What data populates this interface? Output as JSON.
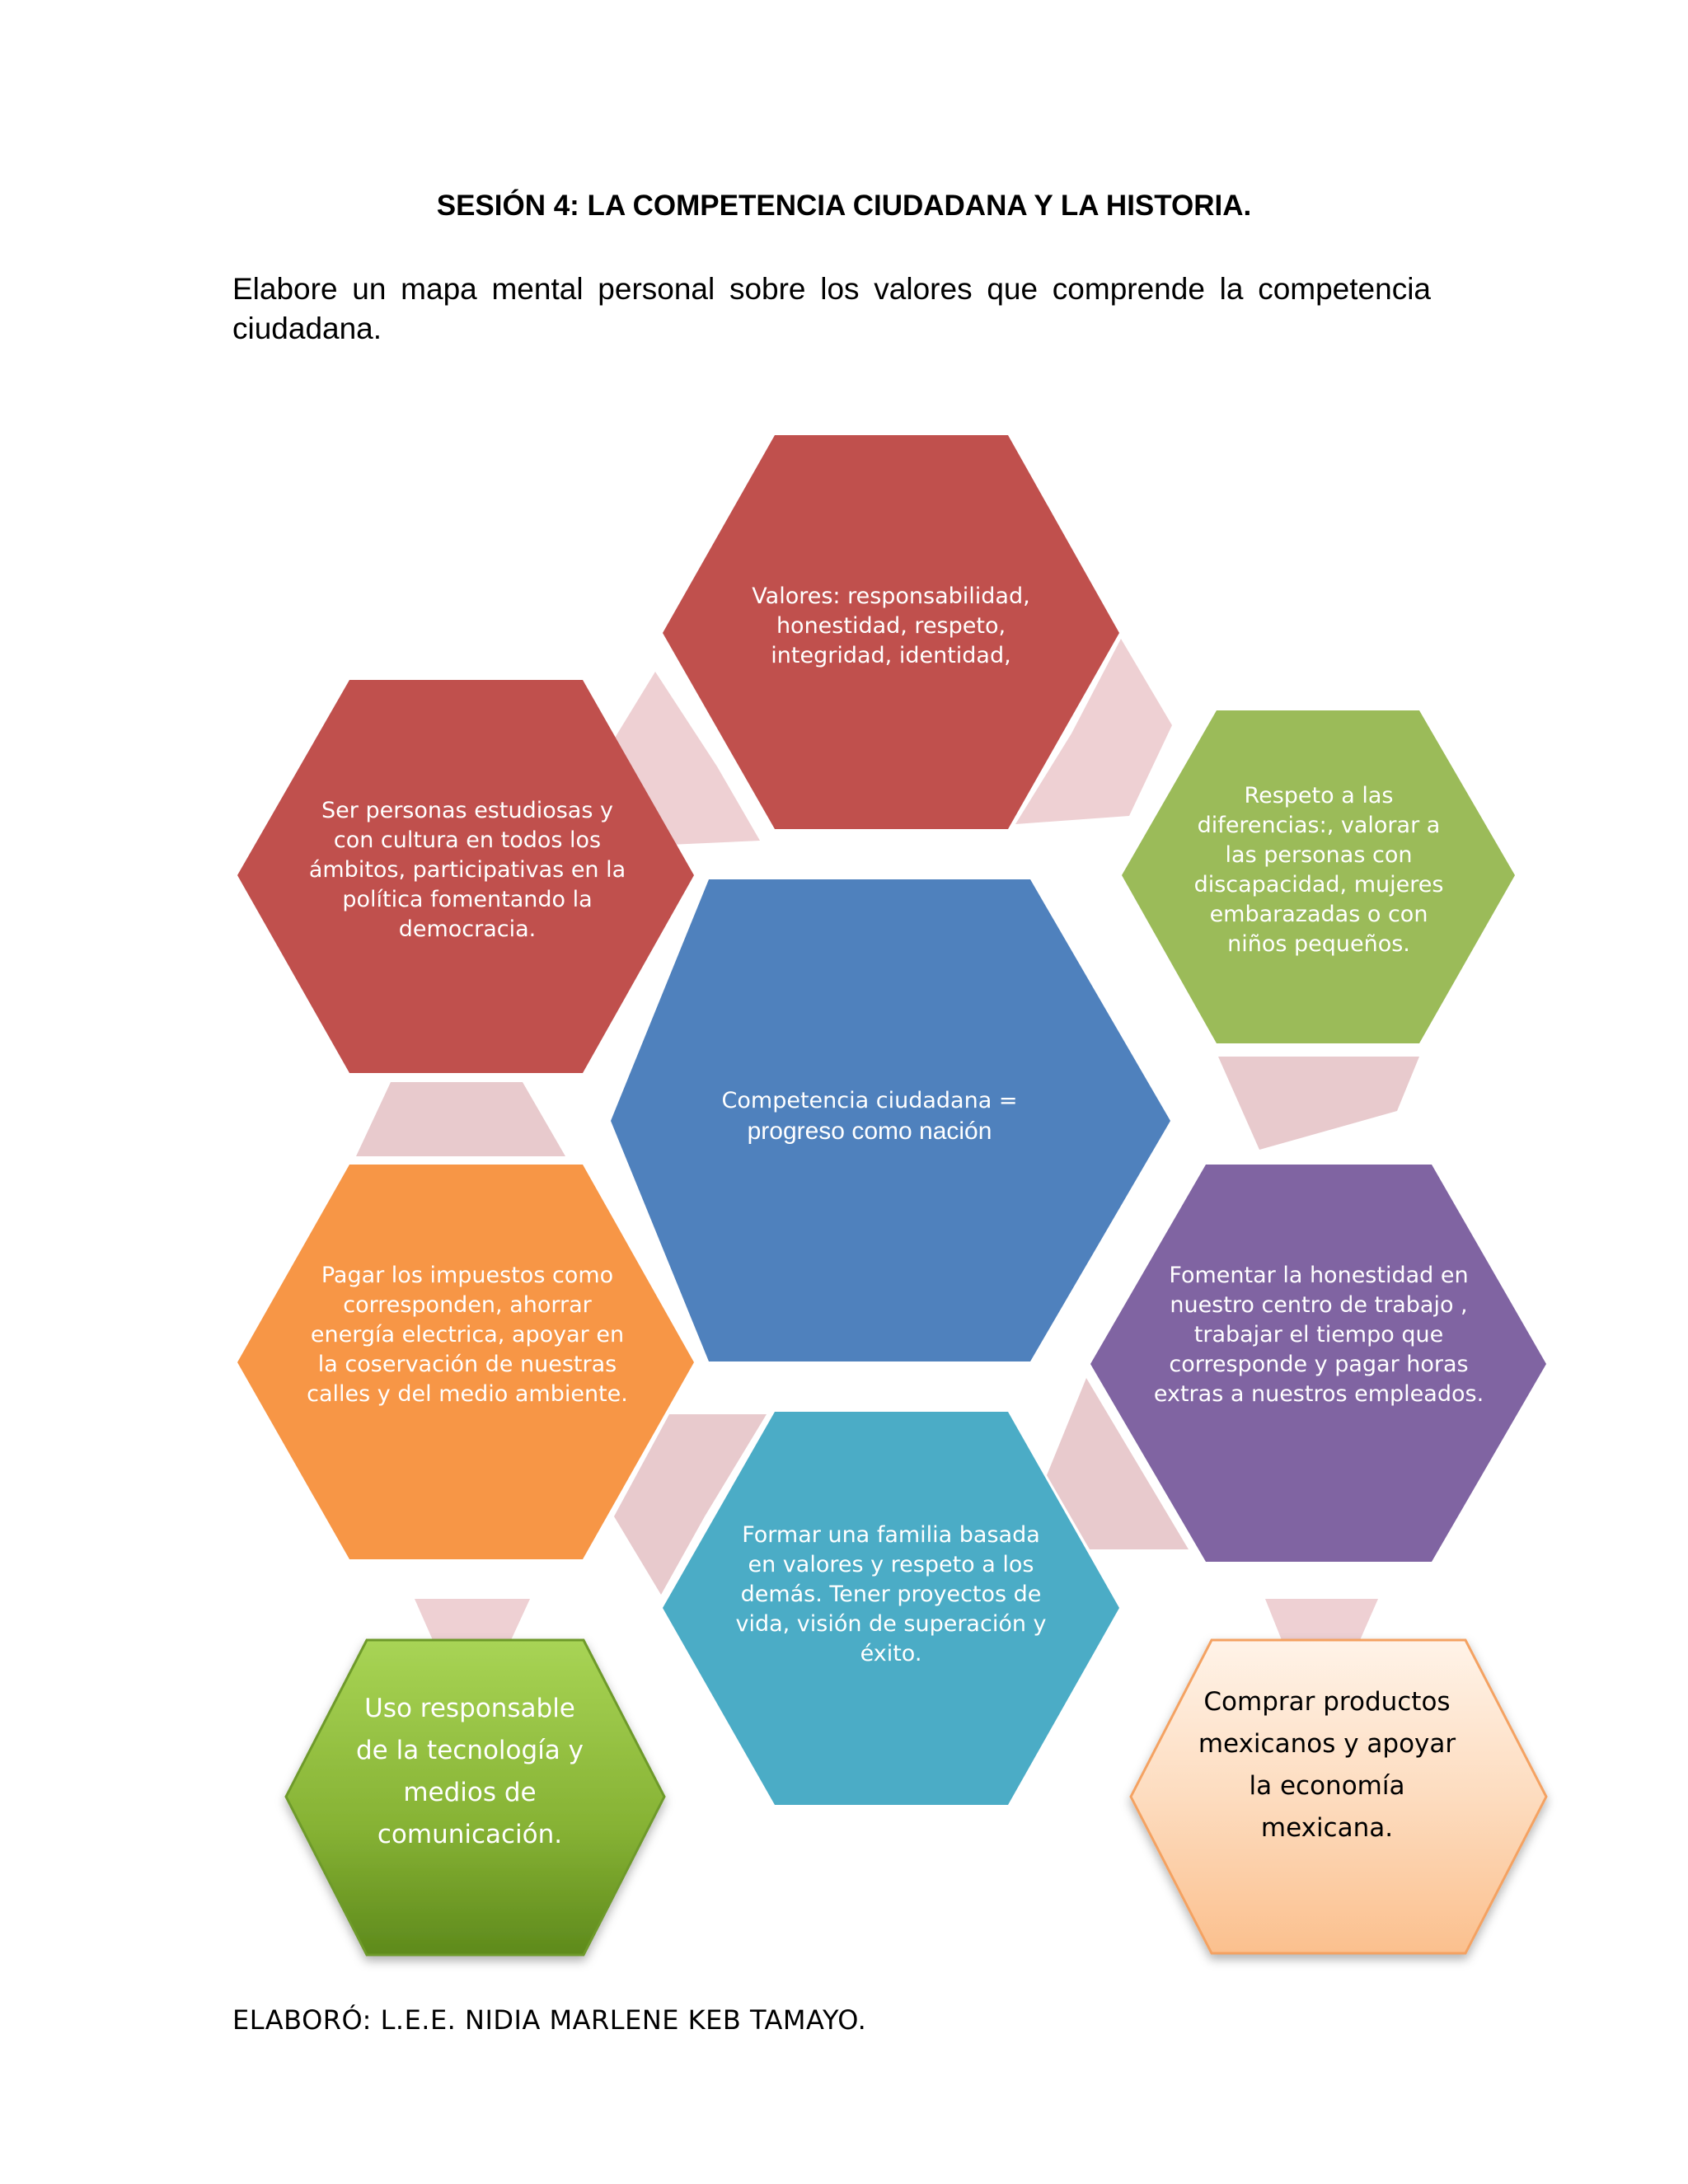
{
  "header": {
    "title": "SESIÓN 4: LA COMPETENCIA CIUDADANA Y LA HISTORIA.",
    "instructions": "Elabore un mapa mental personal sobre los valores que comprende la competencia ciudadana."
  },
  "diagram": {
    "center": {
      "line1": "Competencia ciudadana =",
      "line2": "progreso como nación",
      "color": "#4F81BD"
    },
    "nodes": [
      {
        "id": "valores",
        "text": "Valores: responsabilidad, honestidad,  respeto, integridad, identidad,",
        "color": "#C0504D"
      },
      {
        "id": "respeto-diferencias",
        "text": "Respeto a las diferencias:,  valorar a las  personas con discapacidad, mujeres embarazadas o con niños pequeños.",
        "color": "#9BBB59"
      },
      {
        "id": "honestidad-trabajo",
        "text": "Fomentar la honestidad en nuestro centro de trabajo , trabajar el tiempo que corresponde y pagar horas extras a nuestros empleados.",
        "color": "#8064A2"
      },
      {
        "id": "familia",
        "text": "Formar una familia  basada en valores y respeto a los demás. Tener proyectos de vida, visión de superación y éxito.",
        "color": "#4BACC6"
      },
      {
        "id": "impuestos",
        "text": "Pagar los impuestos como corresponden, ahorrar energía electrica,  apoyar en la coservación   de nuestras calles y del medio ambiente.",
        "color": "#F79646"
      },
      {
        "id": "estudiosas",
        "text": "Ser personas estudiosas y con cultura en todos los ámbitos, participativas  en la política  fomentando la democracia.",
        "color": "#C0504D"
      },
      {
        "id": "tecnologia",
        "text": "Uso responsable de la tecnología y medios de comunicación.",
        "color": "#92C13E"
      },
      {
        "id": "productos",
        "text": "Comprar productos mexicanos y apoyar la economía mexicana.",
        "color": "#FBC79A"
      }
    ],
    "connector_color": "#E8CACD"
  },
  "footer": {
    "author": "ELABORÓ: L.E.E. NIDIA MARLENE KEB TAMAYO."
  }
}
